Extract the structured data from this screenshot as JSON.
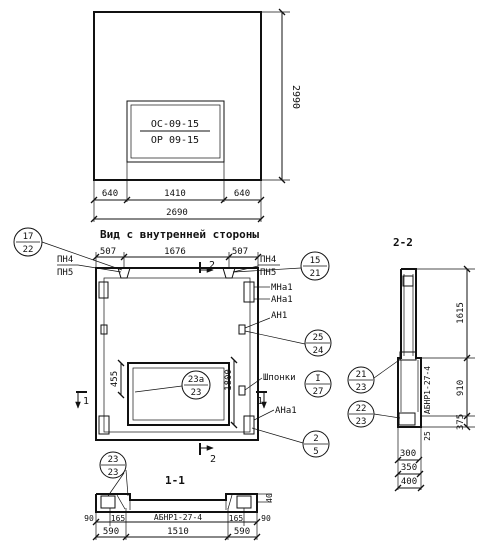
{
  "front": {
    "mark_top": "ОС-09-15",
    "mark_bottom": "ОР 09-15",
    "dim_height": "2990",
    "dim_left": "640",
    "dim_mid": "1410",
    "dim_right": "640",
    "dim_total": "2690"
  },
  "inner": {
    "title": "Вид с внутренней стороны",
    "callout_17": {
      "top": "17",
      "bottom": "22"
    },
    "callout_15": {
      "top": "15",
      "bottom": "21"
    },
    "callout_25": {
      "top": "25",
      "bottom": "24"
    },
    "callout_23a": {
      "top": "23а",
      "bottom": "23"
    },
    "callout_i27": {
      "top": "I",
      "bottom": "27"
    },
    "callout_2_5": {
      "top": "2",
      "bottom": "5"
    },
    "pn_left_top": "ПН4",
    "pn_left_bottom": "ПН5",
    "pn_right_top": "ПН4",
    "pn_right_bottom": "ПН5",
    "dim_507_left": "507",
    "dim_1676": "1676",
    "dim_507_right": "507",
    "dim_455": "455",
    "dim_1800": "1800",
    "label_mna1": "МНа1",
    "label_ana1_top": "АНа1",
    "label_an1": "АН1",
    "label_shponki": "Шпонки",
    "label_ana1_bottom": "АНа1",
    "cut_1_left": "1",
    "cut_1_right": "1",
    "cut_2_top": "2",
    "cut_2_bottom": "2"
  },
  "section22": {
    "title": "2-2",
    "dim_1615": "1615",
    "dim_910": "910",
    "dim_375": "375",
    "dim_25": "25",
    "dim_300": "300",
    "dim_350": "350",
    "dim_400": "400",
    "callout_21": {
      "top": "21",
      "bottom": "23"
    },
    "callout_22": {
      "top": "22",
      "bottom": "23"
    },
    "label_abnr": "АБНР1-27-4"
  },
  "section11": {
    "title": "1-1",
    "callout_23": {
      "top": "23",
      "bottom": "23"
    },
    "dim_40": "40",
    "dim_90_left": "90",
    "dim_165_left": "165",
    "label_abnr": "АБНР1-27-4",
    "dim_165_right": "165",
    "dim_90_right": "90",
    "dim_590_left": "590",
    "dim_1510": "1510",
    "dim_590_right": "590"
  }
}
